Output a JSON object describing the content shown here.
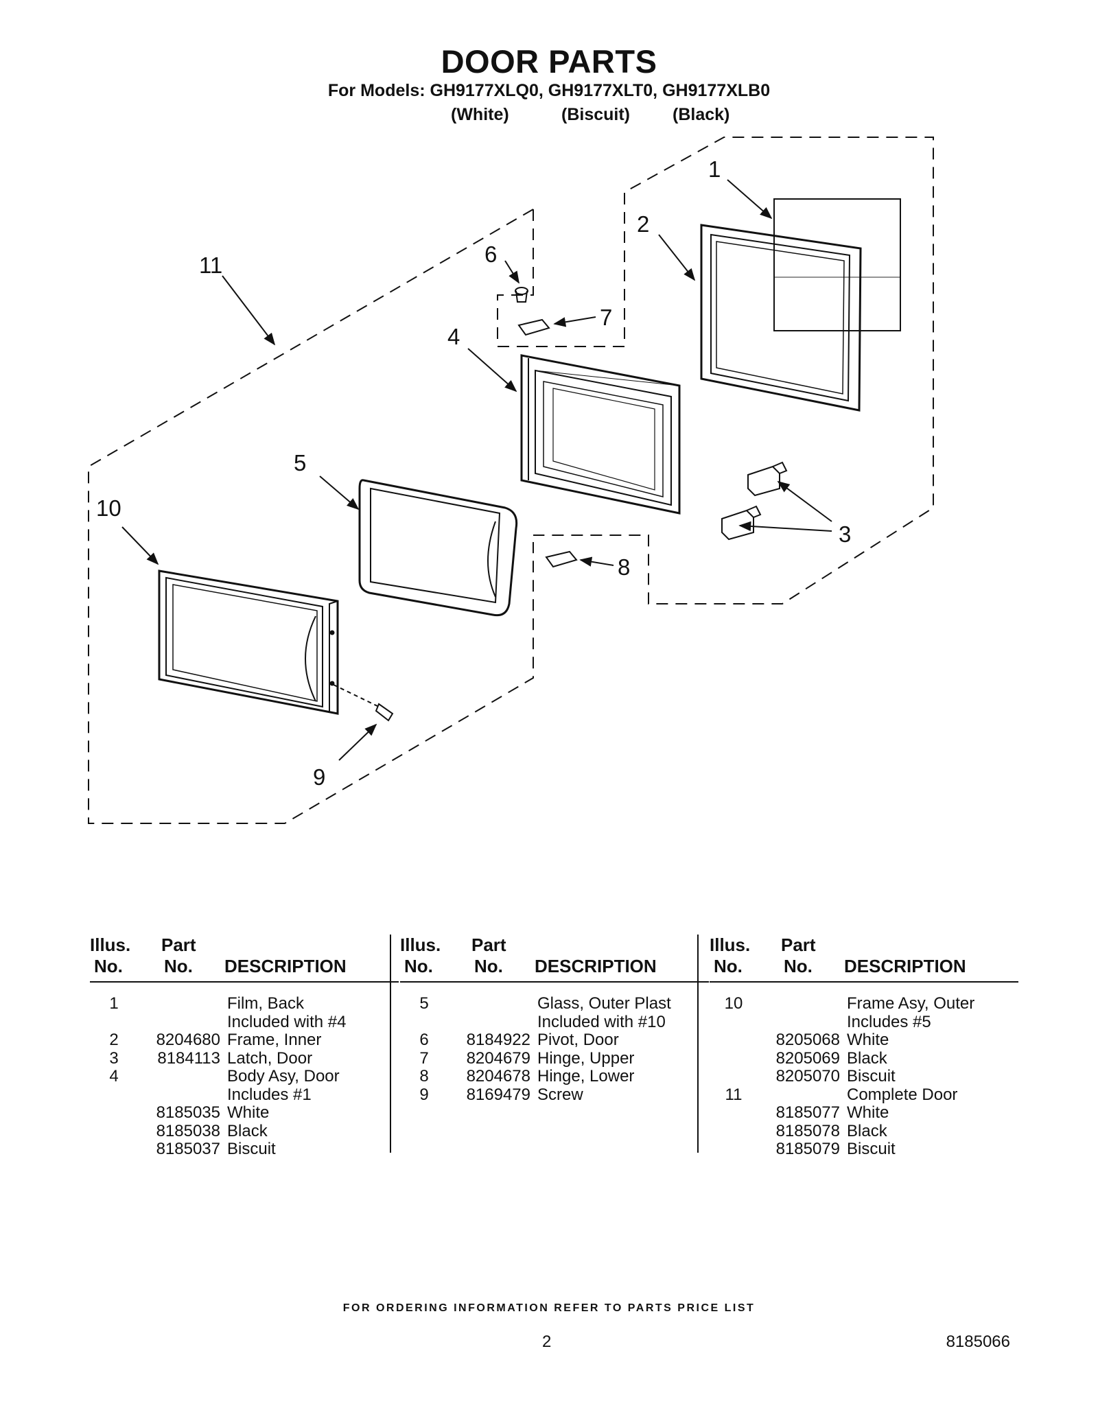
{
  "header": {
    "title": "DOOR PARTS",
    "models": "For Models: GH9177XLQ0, GH9177XLT0, GH9177XLB0",
    "colors": [
      "(White)",
      "(Biscuit)",
      "(Black)"
    ]
  },
  "diagram": {
    "callouts": [
      "1",
      "2",
      "3",
      "4",
      "5",
      "6",
      "7",
      "8",
      "9",
      "10",
      "11"
    ]
  },
  "table": {
    "headers": {
      "illus_1": "Illus.",
      "illus_2": "No.",
      "part_1": "Part",
      "part_2": "No.",
      "description": "DESCRIPTION"
    },
    "columns": [
      [
        {
          "illus": "1",
          "part": "",
          "desc": "Film, Back"
        },
        {
          "illus": "",
          "part": "",
          "desc": "Included with #4"
        },
        {
          "illus": "2",
          "part": "8204680",
          "desc": "Frame, Inner"
        },
        {
          "illus": "3",
          "part": "8184113",
          "desc": "Latch, Door"
        },
        {
          "illus": "4",
          "part": "",
          "desc": "Body Asy, Door"
        },
        {
          "illus": "",
          "part": "",
          "desc": "Includes #1"
        },
        {
          "illus": "",
          "part": "8185035",
          "desc": "White"
        },
        {
          "illus": "",
          "part": "8185038",
          "desc": "Black"
        },
        {
          "illus": "",
          "part": "8185037",
          "desc": "Biscuit"
        }
      ],
      [
        {
          "illus": "5",
          "part": "",
          "desc": "Glass, Outer Plast"
        },
        {
          "illus": "",
          "part": "",
          "desc": "Included with #10"
        },
        {
          "illus": "6",
          "part": "8184922",
          "desc": "Pivot, Door"
        },
        {
          "illus": "7",
          "part": "8204679",
          "desc": "Hinge, Upper"
        },
        {
          "illus": "8",
          "part": "8204678",
          "desc": "Hinge, Lower"
        },
        {
          "illus": "9",
          "part": "8169479",
          "desc": "Screw"
        }
      ],
      [
        {
          "illus": "10",
          "part": "",
          "desc": "Frame Asy, Outer"
        },
        {
          "illus": "",
          "part": "",
          "desc": "Includes #5"
        },
        {
          "illus": "",
          "part": "8205068",
          "desc": "White"
        },
        {
          "illus": "",
          "part": "8205069",
          "desc": "Black"
        },
        {
          "illus": "",
          "part": "8205070",
          "desc": "Biscuit"
        },
        {
          "illus": "11",
          "part": "",
          "desc": "Complete Door"
        },
        {
          "illus": "",
          "part": "8185077",
          "desc": "White"
        },
        {
          "illus": "",
          "part": "8185078",
          "desc": "Black"
        },
        {
          "illus": "",
          "part": "8185079",
          "desc": "Biscuit"
        }
      ]
    ]
  },
  "footer": {
    "note": "FOR ORDERING INFORMATION REFER TO PARTS PRICE LIST",
    "page": "2",
    "doc_number": "8185066"
  }
}
